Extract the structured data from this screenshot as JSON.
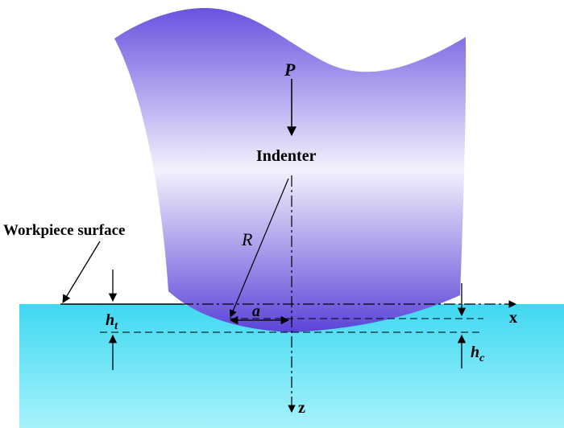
{
  "labels": {
    "force": "P",
    "indenter": "Indenter",
    "workpiece_surface": "Workpiece surface",
    "radius": "R",
    "contact_radius": "a",
    "total_depth_base": "h",
    "total_depth_sub": "t",
    "contact_depth_base": "h",
    "contact_depth_sub": "c",
    "x_axis": "x",
    "z_axis": "z"
  },
  "colors": {
    "indenter_top": "#6b52e0",
    "indenter_mid": "#f3f1fc",
    "indenter_bottom": "#5a44d8",
    "workpiece_top": "#3fd8f2",
    "workpiece_bottom": "#a6f3fb",
    "line": "#000000"
  }
}
